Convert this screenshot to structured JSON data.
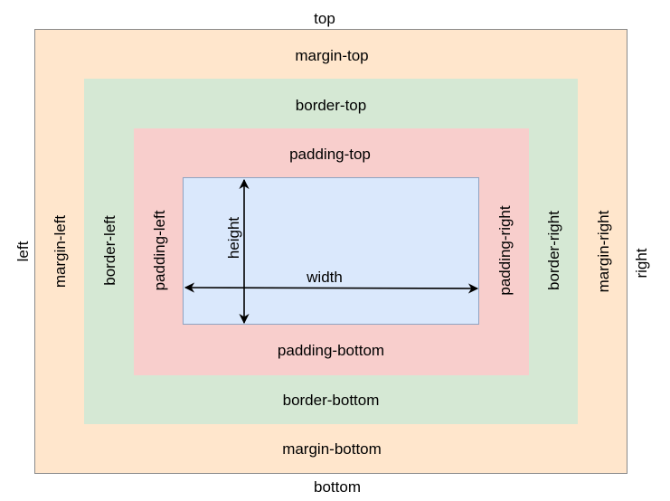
{
  "labels": {
    "top": "top",
    "bottom": "bottom",
    "left": "left",
    "right": "right",
    "margin_top": "margin-top",
    "margin_bottom": "margin-bottom",
    "margin_left": "margin-left",
    "margin_right": "margin-right",
    "border_top": "border-top",
    "border_bottom": "border-bottom",
    "border_left": "border-left",
    "border_right": "border-right",
    "padding_top": "padding-top",
    "padding_bottom": "padding-bottom",
    "padding_left": "padding-left",
    "padding_right": "padding-right",
    "width": "width",
    "height": "height"
  },
  "colors": {
    "margin": "#ffe6cc",
    "border": "#d5e8d4",
    "padding": "#f8cecc",
    "content": "#dae8fc"
  }
}
